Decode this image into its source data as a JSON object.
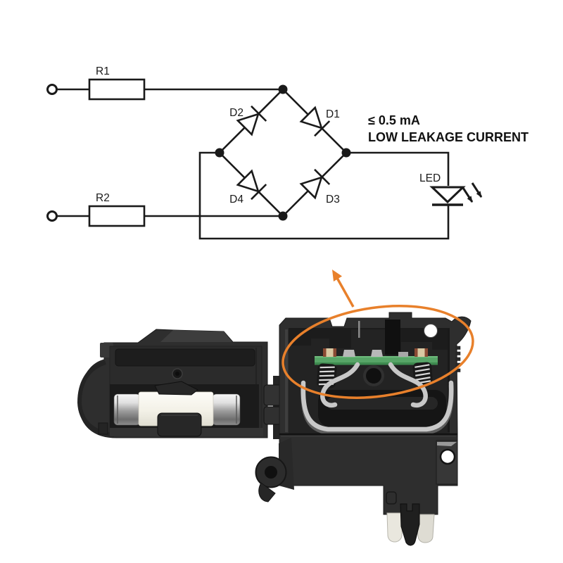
{
  "schematic": {
    "labels": {
      "r1": "R1",
      "r2": "R2",
      "d1": "D1",
      "d2": "D2",
      "d3": "D3",
      "d4": "D4",
      "led": "LED"
    },
    "annotation": {
      "line1": "≤ 0.5 mA",
      "line2": "LOW LEAKAGE CURRENT"
    },
    "colors": {
      "wire": "#1A1A1A"
    }
  },
  "figure": {
    "colors": {
      "highlight_orange": "#E8802B",
      "pcb_green": "#55A365",
      "plastic_dark": "#2E2E2E",
      "metal_silver": "#C8C8C8",
      "fuse_white": "#F4F2EA"
    }
  }
}
